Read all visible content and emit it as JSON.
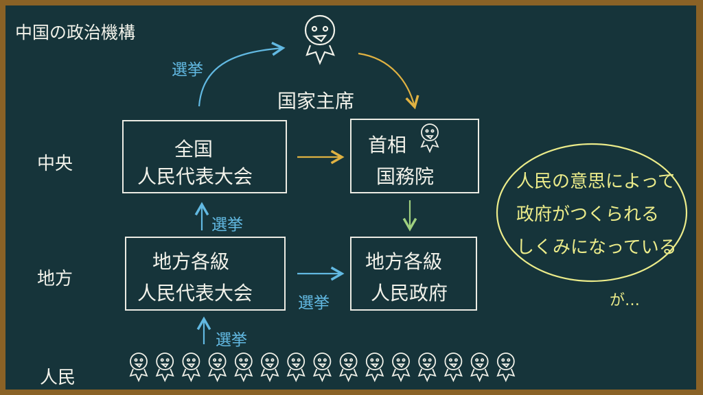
{
  "title": "中国の政治機構",
  "levels": {
    "central": "中央",
    "local": "地方",
    "people": "人民"
  },
  "head_of_state": "国家主席",
  "boxes": {
    "npc_line1": "全国",
    "npc_line2": "人民代表大会",
    "state_council_line1": "首相",
    "state_council_line2": "国務院",
    "local_congress_line1": "地方各級",
    "local_congress_line2": "人民代表大会",
    "local_gov_line1": "地方各級",
    "local_gov_line2": "人民政府"
  },
  "arrow_labels": {
    "npc_to_president": "選挙",
    "local_to_npc": "選挙",
    "local_congress_to_gov": "選挙",
    "people_to_local": "選挙"
  },
  "bubble": {
    "line1": "人民の意思によって",
    "line2": "政府がつくられる",
    "line3": "しくみになっている",
    "aside": "が…"
  },
  "people_count": 15,
  "colors": {
    "board": "#16343a",
    "frame": "#8a6226",
    "chalk": "#f2f2ea",
    "blue": "#62b9e2",
    "yellow": "#e0b242",
    "green": "#9fd07f",
    "bubble": "#ecec8a"
  }
}
